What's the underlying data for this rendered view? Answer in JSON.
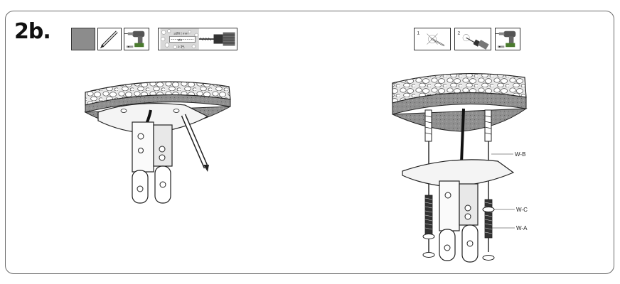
{
  "step": {
    "label": "2b."
  },
  "left_tools": {
    "icons": [
      "ceiling-surface-icon",
      "pencil-icon",
      "power-drill-icon",
      "drill-bit-spec-icon"
    ],
    "drill_spec": {
      "top_text": "≤Ø8 | mm",
      "mid_text": "Ø6",
      "bottom_text": "≥ 35"
    }
  },
  "right_tools": {
    "icons": [
      "mark-step-icon",
      "drill-step-icon",
      "power-drill-icon"
    ],
    "steps": [
      "1",
      "2"
    ]
  },
  "right_figure": {
    "labels": {
      "wb": "W-B",
      "wc": "W-C",
      "wa": "W-A"
    }
  }
}
